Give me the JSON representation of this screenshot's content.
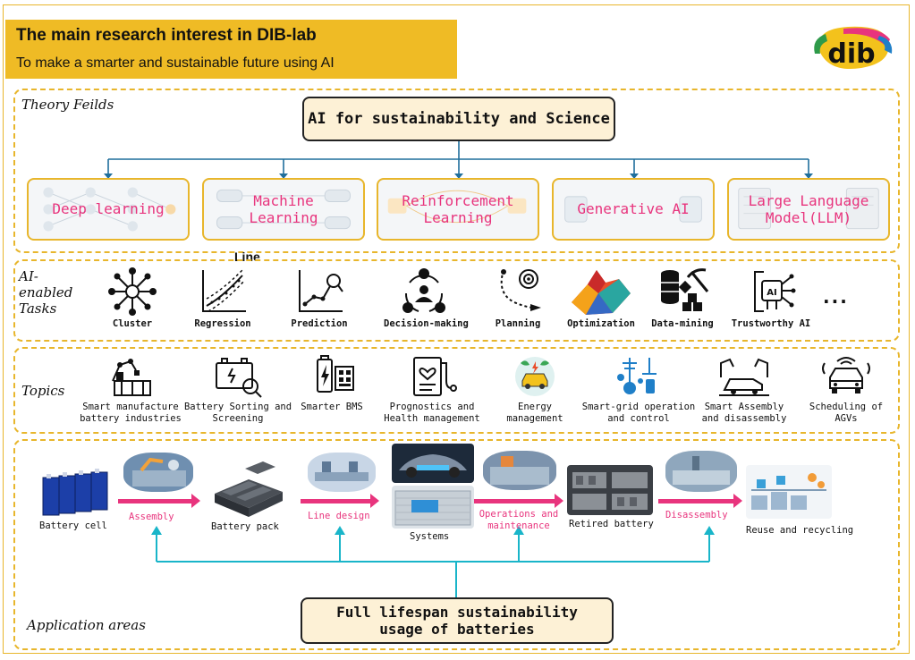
{
  "header": {
    "title": "The main research interest in DIB-lab",
    "subtitle": "To make a smarter and sustainable future using AI",
    "logo_text": "dib"
  },
  "theory": {
    "label": "Theory Feilds",
    "center": "AI for sustainability and Science",
    "fields": [
      "Deep learning",
      "Machine Learning",
      "Reinforcement Learning",
      "Generative AI",
      "Large Language Model(LLM)"
    ],
    "annotation": "Line"
  },
  "tasks": {
    "label": "AI-enabled Tasks",
    "items": [
      "Cluster",
      "Regression",
      "Prediction",
      "Decision-making",
      "Planning",
      "Optimization",
      "Data-mining",
      "Trustworthy AI"
    ],
    "more": "..."
  },
  "topics": {
    "label": "Topics",
    "items": [
      "Smart manufacture battery industries",
      "Battery Sorting and Screening",
      "Smarter BMS",
      "Prognostics and Health management",
      "Energy management",
      "Smart-grid operation and control",
      "Smart Assembly and disassembly",
      "Scheduling of AGVs"
    ]
  },
  "application": {
    "label": "Application areas",
    "stages": [
      "Battery cell",
      "Battery pack",
      "Systems",
      "Retired battery",
      "Reuse and recycling"
    ],
    "processes": [
      "Assembly",
      "Line design",
      "Operations and maintenance",
      "Disassembly"
    ],
    "center": "Full lifespan sustainability usage of batteries"
  },
  "colors": {
    "banner": "#efbb25",
    "dashed_border": "#e8b62c",
    "accent_pink": "#e8347d",
    "connector_blue": "#1f6e9c",
    "connector_cyan": "#19b5c9",
    "center_fill": "#fdf1d6"
  }
}
